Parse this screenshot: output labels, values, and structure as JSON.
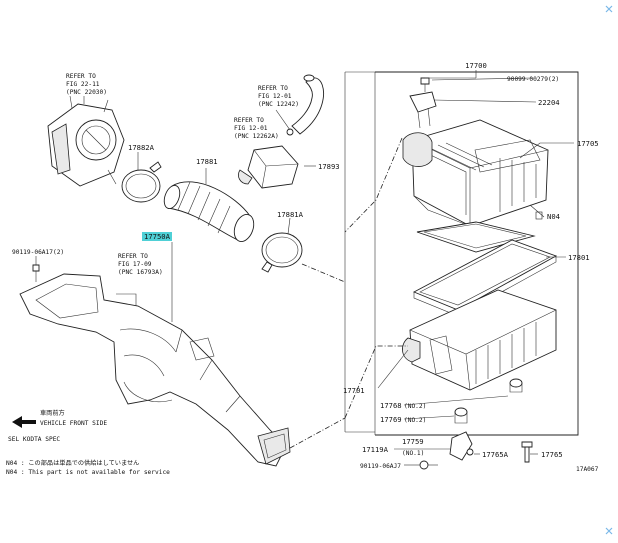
{
  "labels": {
    "p17700": "17700",
    "bolt_upper": "90099-00279(2)",
    "p22204": "22204",
    "p17705": "17705",
    "n04": "N04",
    "p17801": "17801",
    "p17701": "17701",
    "p17768": "17768",
    "no2": "(NO.2)",
    "p17769": "17769",
    "no2b": "(NO.2)",
    "p17119a": "17119A",
    "p17759": "17759",
    "no1": "(NO.1)",
    "p17765a": "17765A",
    "p17765": "17765",
    "bolt_lower": "90119-06AJ7",
    "code": "17A067",
    "p17893": "17893",
    "p17881a": "17881A",
    "p17881": "17881",
    "p17882a": "17882A",
    "p17750a": "17750A",
    "bolt_left": "90119-06A17(2)"
  },
  "refs": {
    "ref1": [
      "REFER TO",
      "FIG 22-11",
      "(PNC 22030)"
    ],
    "ref2": [
      "REFER TO",
      "FIG 12-01",
      "(PNC 12242)"
    ],
    "ref3": [
      "REFER TO",
      "FIG 12-01",
      "(PNC 12262A)"
    ],
    "ref4": [
      "REFER TO",
      "FIG 17-09",
      "(PNC 16793A)"
    ]
  },
  "notes": {
    "arrow_jp": "車両前方",
    "arrow_en": "VEHICLE FRONT SIDE",
    "sel": "SEL KODTA SPEC",
    "n04_jp": "N04 : この部品は単品での供給はしていません",
    "n04_en": "N04 : This part is not available for service"
  },
  "colors": {
    "highlight": "#4fd0d6",
    "line": "#222222"
  }
}
